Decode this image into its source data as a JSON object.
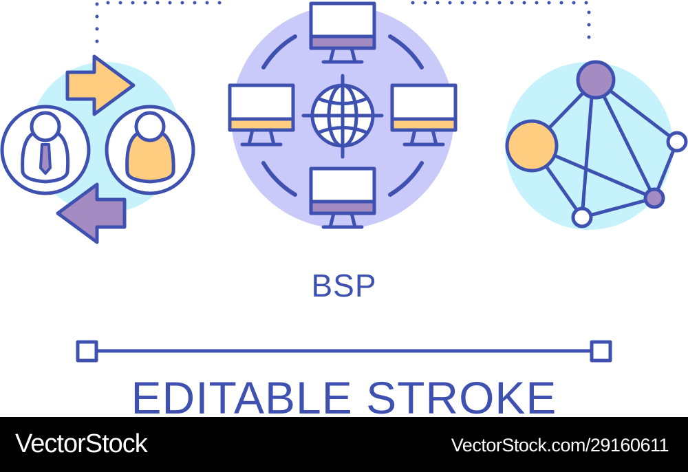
{
  "illustration": {
    "title": "BSP",
    "subtitle": "EDITABLE STROKE",
    "groups": [
      {
        "name": "user-exchange",
        "elements": [
          "businessman-avatar",
          "user-avatar",
          "right-arrow",
          "left-arrow"
        ]
      },
      {
        "name": "computer-network",
        "elements": [
          "globe",
          "monitor-top",
          "monitor-left",
          "monitor-right",
          "monitor-bottom"
        ]
      },
      {
        "name": "node-graph",
        "elements": [
          "large-purple-node",
          "orange-node",
          "white-node-right",
          "small-purple-node",
          "white-node-bottom"
        ]
      }
    ],
    "colors": {
      "stroke": "#3f51b0",
      "light_cyan": "#c6f3fb",
      "lavender": "#c9c9fa",
      "orange": "#fecd80",
      "purple": "#a48cc3",
      "white": "#ffffff"
    }
  },
  "footer": {
    "brand": "VectorStock",
    "reference": "VectorStock.com/29160611",
    "background": "#000000"
  }
}
